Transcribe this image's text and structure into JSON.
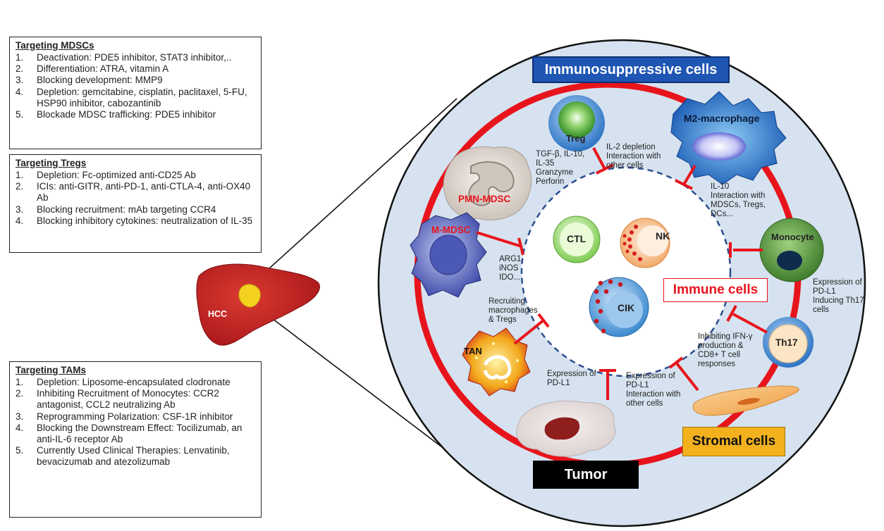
{
  "boxes": {
    "mdsc": {
      "title": "Targeting MDSCs",
      "items": [
        {
          "num": "1.",
          "text": "Deactivation: PDE5 inhibitor, STAT3 inhibitor,.."
        },
        {
          "num": "2.",
          "text": "Differentiation: ATRA, vitamin A"
        },
        {
          "num": "3.",
          "text": "Blocking development: MMP9"
        },
        {
          "num": "4.",
          "text": "Depletion: gemcitabine, cisplatin, paclitaxel, 5-FU, HSP90 inhibitor, cabozantinib"
        },
        {
          "num": "5.",
          "text": "Blockade MDSC trafficking: PDE5 inhibitor"
        }
      ]
    },
    "tregs": {
      "title": "Targeting Tregs",
      "items": [
        {
          "num": "1.",
          "text": "Depletion: Fc-optimized anti-CD25 Ab"
        },
        {
          "num": "2.",
          "text": "ICIs: anti-GITR, anti-PD-1, anti-CTLA-4, anti-OX40 Ab"
        },
        {
          "num": "3.",
          "text": "Blocking recruitment: mAb targeting CCR4"
        },
        {
          "num": "4.",
          "text": "Blocking inhibitory cytokines: neutralization of IL-35"
        }
      ]
    },
    "tams": {
      "title": "Targeting TAMs",
      "items": [
        {
          "num": "1.",
          "text": "Depletion: Liposome-encapsulated clodronate"
        },
        {
          "num": "2.",
          "text": "Inhibiting Recruitment of Monocytes: CCR2 antagonist, CCL2 neutralizing Ab"
        },
        {
          "num": "3.",
          "text": "Reprogramming Polarization: CSF-1R inhibitor"
        },
        {
          "num": "4.",
          "text": "Blocking the Downstream Effect: Tocilizumab, an anti-IL-6 receptor Ab"
        },
        {
          "num": "5.",
          "text": "Currently Used Clinical Therapies: Lenvatinib, bevacizumab and atezolizumab"
        }
      ]
    }
  },
  "liver_label": "HCC",
  "headers": {
    "immunosuppressive": "Immunosuppressive cells",
    "immune": "Immune cells",
    "stromal": "Stromal cells",
    "tumor": "Tumor"
  },
  "cells": {
    "treg": "Treg",
    "m2": "M2-macrophage",
    "pmn": "PMN-MDSC",
    "mmdsc": "M-MDSC",
    "tan": "TAN",
    "monocyte": "Monocyte",
    "th17": "Th17",
    "ctl": "CTL",
    "nk": "NK",
    "cik": "CIK"
  },
  "annotations": {
    "treg_factors": [
      "TGF-β, IL-10,",
      "IL-35",
      "Granzyme",
      "Perforin"
    ],
    "il2": [
      "IL-2 depletion",
      "Interaction with",
      "other cells"
    ],
    "m2_factors": [
      "IL-10",
      "Interaction with",
      "MDSCs, Tregs,",
      "DCs..."
    ],
    "mdsc_factors": [
      "ARG1",
      "iNOS",
      "IDO..."
    ],
    "tan_factors": [
      "Recruiting",
      "macrophages",
      "& Tregs"
    ],
    "monocyte_factors": [
      "Expression of",
      "PD-L1",
      "Inducing Th17",
      "cells"
    ],
    "th17_factors": [
      "Inhibiting IFN-γ",
      "production &",
      "CD8+ T cell",
      "responses"
    ],
    "tumor_pdl1": [
      "Expression of",
      "PD-L1"
    ],
    "stromal_factors": [
      "Expression of",
      "PD-L1",
      "Interaction with",
      "other cells"
    ]
  },
  "colors": {
    "ring": "#e8141c",
    "circle_fill": "#d6e2ef",
    "header_blue": "#1f56b3",
    "liver": "#c0201d",
    "stromal_box": "#f3b11e",
    "tumor_box": "#000000"
  }
}
